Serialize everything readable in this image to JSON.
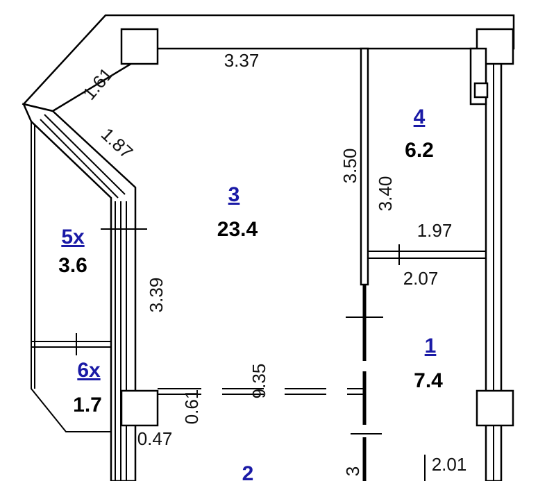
{
  "rooms": [
    {
      "number": "1",
      "area": "7.4"
    },
    {
      "number": "2",
      "area": ""
    },
    {
      "number": "3",
      "area": "23.4"
    },
    {
      "number": "4",
      "area": "6.2"
    },
    {
      "number": "5х",
      "area": "3.6"
    },
    {
      "number": "6х",
      "area": "1.7"
    }
  ],
  "dimensions": {
    "d_3_37": "3.37",
    "d_1_61": "1.61",
    "d_1_87": "1.87",
    "d_3_50": "3.50",
    "d_3_40": "3.40",
    "d_1_97": "1.97",
    "d_2_07": "2.07",
    "d_3_39": "3.39",
    "d_9_35": "9.35",
    "d_0_61": "0.61",
    "d_0_47": "0.47",
    "d_2_01": "2.01",
    "d_partial_3": "3"
  },
  "colors": {
    "room_number": "#1a1aa6",
    "walls": "#000000",
    "background": "#ffffff"
  }
}
